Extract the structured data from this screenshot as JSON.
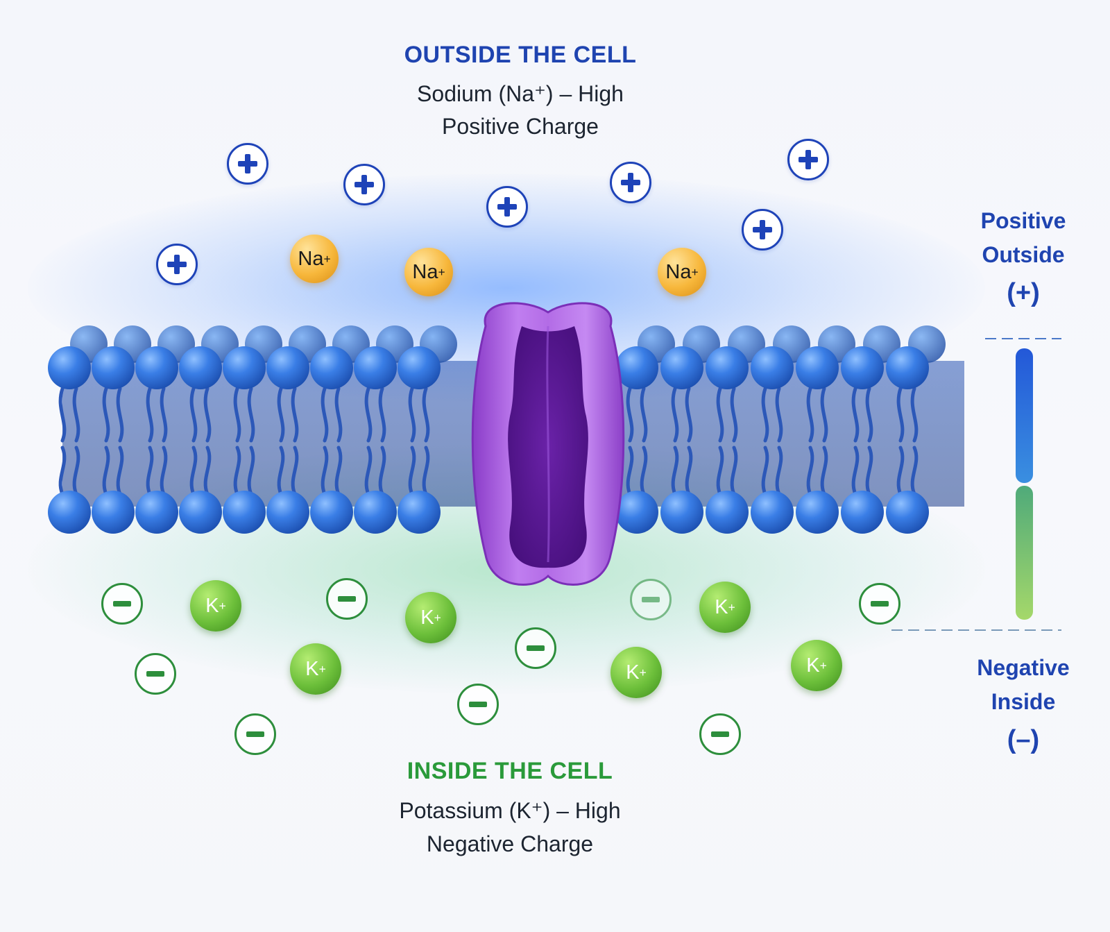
{
  "outside": {
    "title": "OUTSIDE THE CELL",
    "line1": "Sodium (Na⁺) – High",
    "line2": "Positive Charge",
    "ion_label": "Na",
    "charge_symbol": "+"
  },
  "inside": {
    "title": "INSIDE THE CELL",
    "line1": "Potassium (K⁺) – High",
    "line2": "Negative Charge",
    "ion_label": "K",
    "charge_symbol": "+"
  },
  "scale": {
    "positive_line1": "Positive",
    "positive_line2": "Outside",
    "positive_symbol": "(+)",
    "negative_line1": "Negative",
    "negative_line2": "Inside",
    "negative_symbol": "(–)"
  },
  "colors": {
    "outside_heading": "#1f44b0",
    "inside_heading": "#2a9a3a",
    "lipid_head": "#2f6fd8",
    "lipid_tail": "#2c58b8",
    "channel": "#a45ad8",
    "channel_core": "#5a1b92",
    "sodium": "#f5b43a",
    "potassium": "#6cbf3a",
    "positive_marker": "#1e43b8",
    "negative_marker": "#2d8e3c"
  }
}
